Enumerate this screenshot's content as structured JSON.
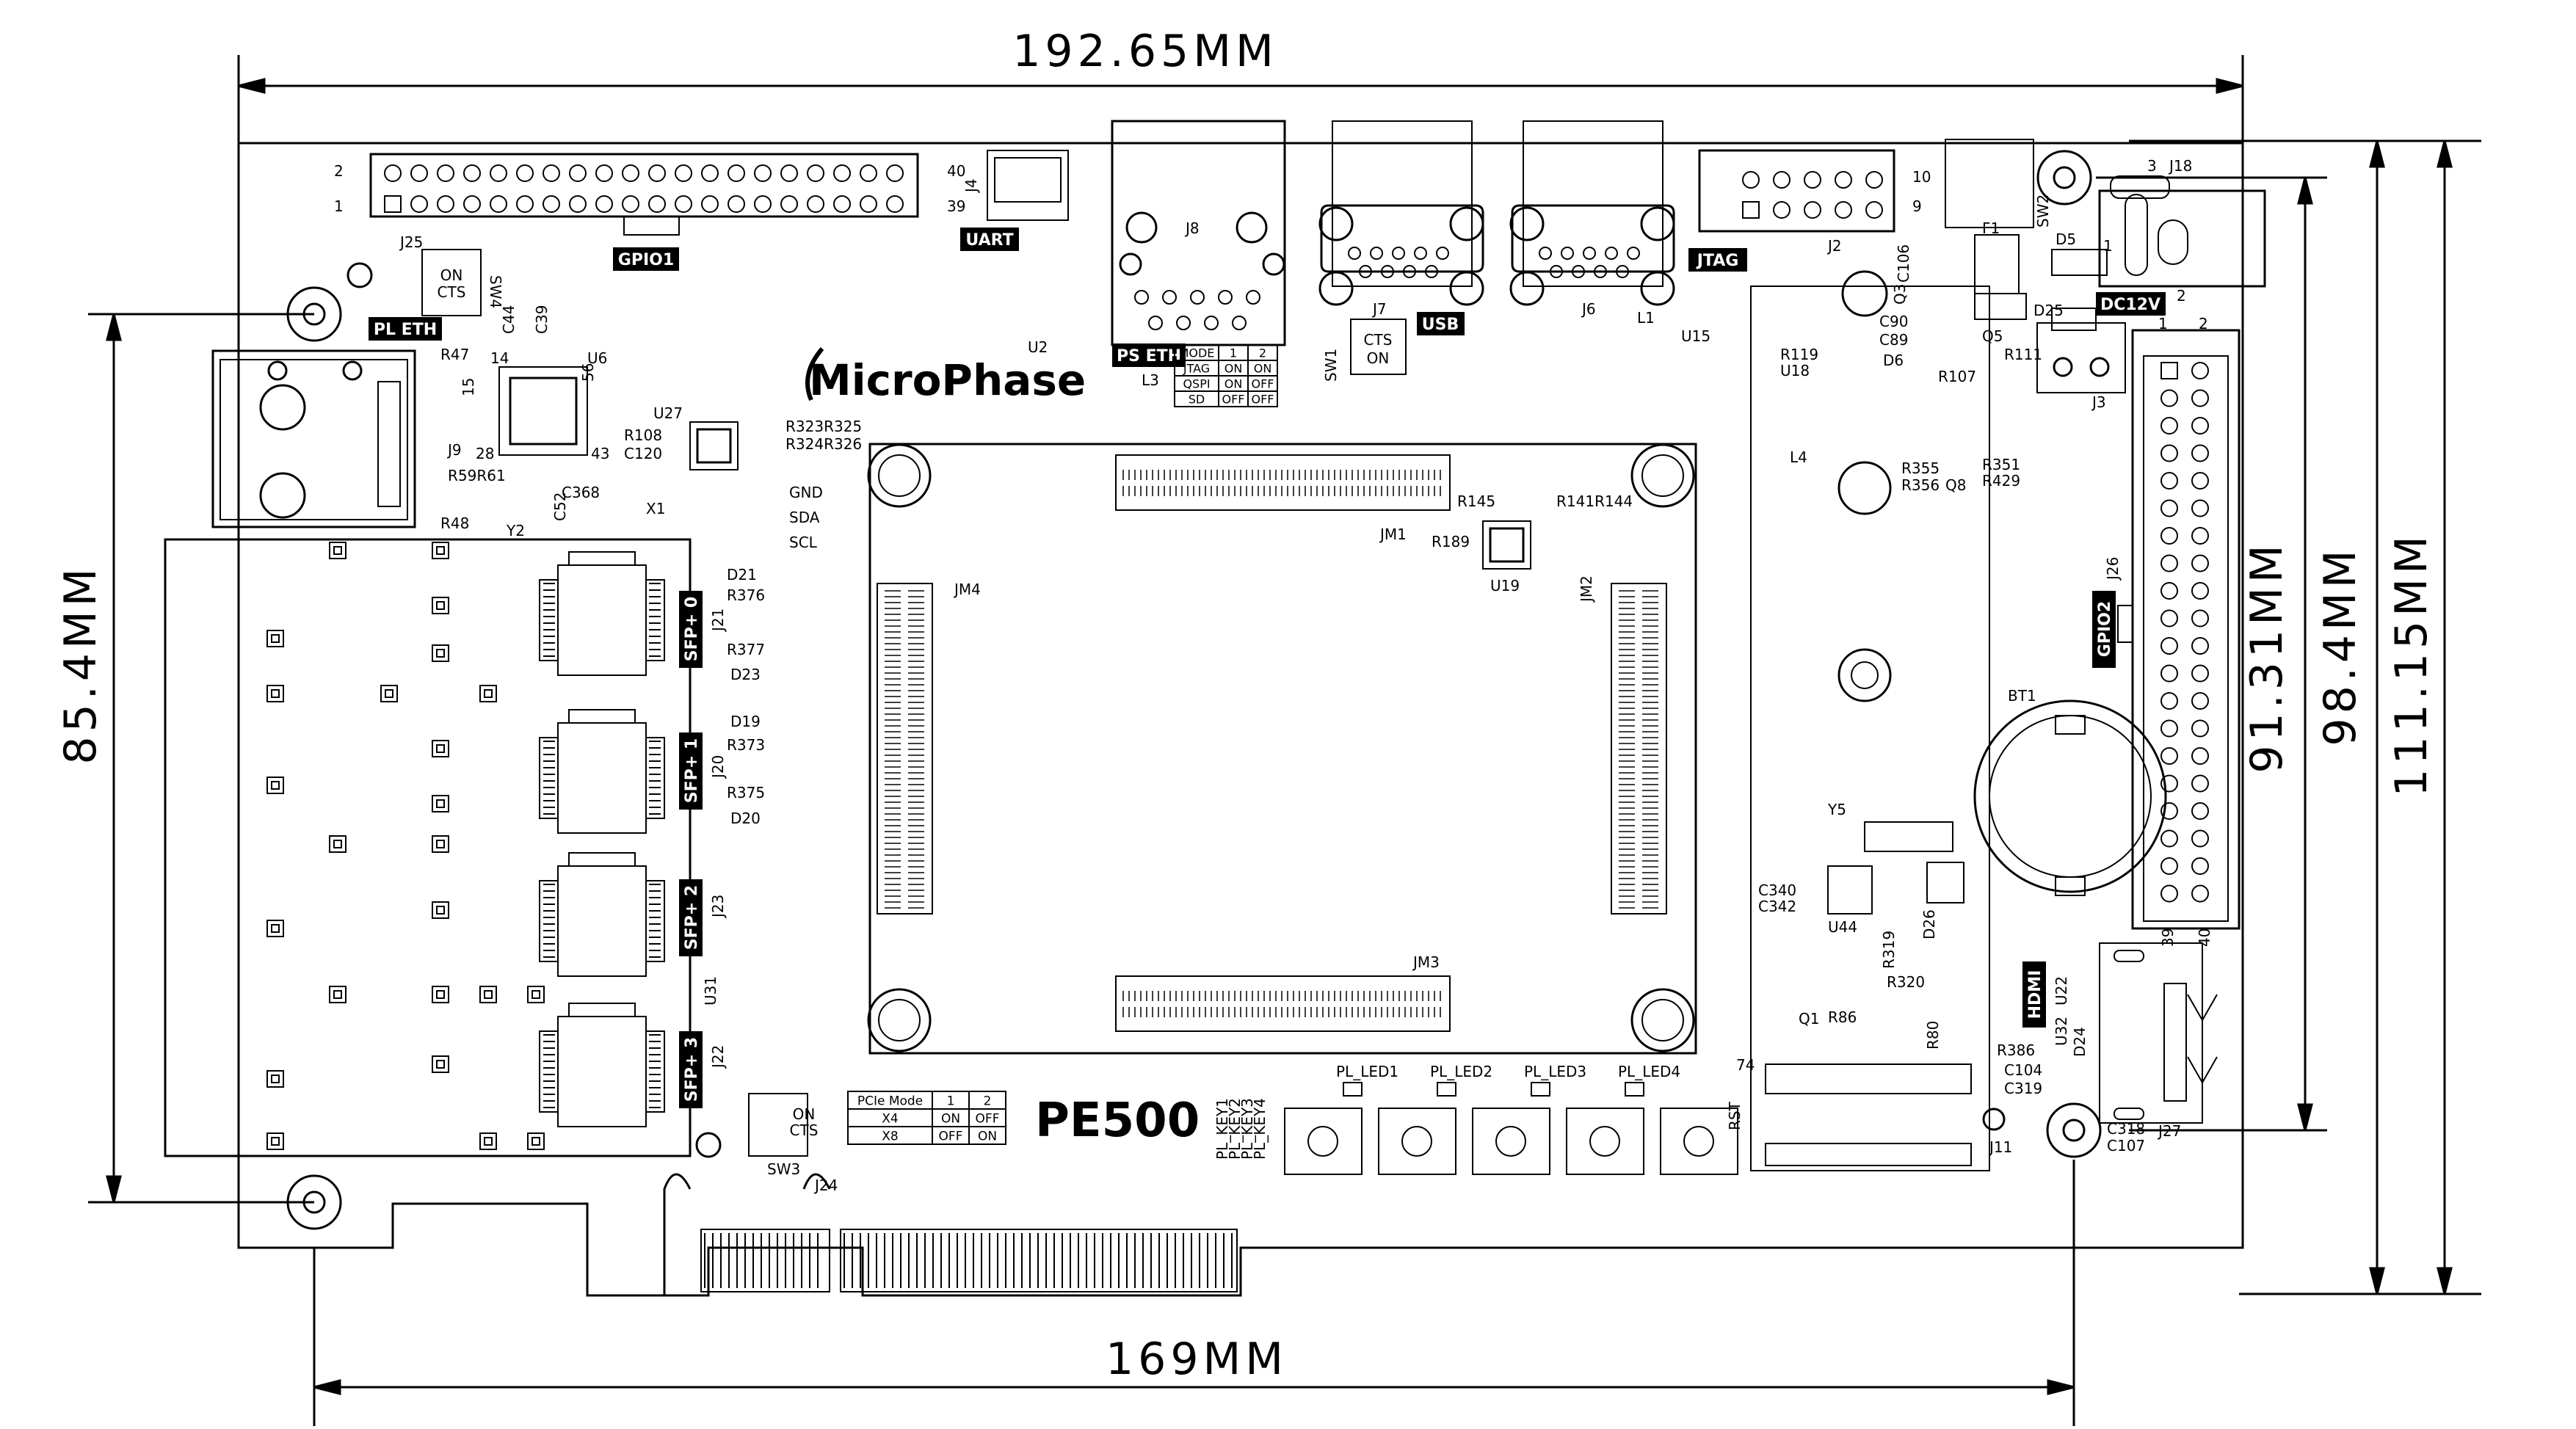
{
  "dimensions": {
    "width_top": "192.65MM",
    "width_bottom": "169MM",
    "height_left": "85.4MM",
    "height_right_1": "91.31MM",
    "height_right_2": "98.4MM",
    "height_right_3": "111.15MM"
  },
  "board": {
    "brand": "MicroPhase",
    "model": "PE500"
  },
  "tags": {
    "gpio1": "GPIO1",
    "gpio2": "GPIO2",
    "uart": "UART",
    "usb": "USB",
    "jtag": "JTAG",
    "dc12v": "DC12V",
    "pl_eth": "PL ETH",
    "ps_eth": "PS ETH",
    "hdmi": "HDMI",
    "sfp0": "SFP+ 0",
    "sfp1": "SFP+ 1",
    "sfp2": "SFP+ 2",
    "sfp3": "SFP+ 3"
  },
  "i2c_labels": [
    "GND",
    "SDA",
    "SCL"
  ],
  "boot_table": {
    "headers": [
      "MODE",
      "1",
      "2"
    ],
    "rows": [
      [
        "JTAG",
        "ON",
        "ON"
      ],
      [
        "QSPI",
        "ON",
        "OFF"
      ],
      [
        "SD",
        "OFF",
        "OFF"
      ]
    ]
  },
  "pcie_table": {
    "headers": [
      "PCIe Mode",
      "1",
      "2"
    ],
    "rows": [
      [
        "X4",
        "ON",
        "OFF"
      ],
      [
        "X8",
        "OFF",
        "ON"
      ]
    ]
  },
  "leds": [
    "PL_LED1",
    "PL_LED2",
    "PL_LED3",
    "PL_LED4"
  ],
  "keys": [
    "PL_KEY1",
    "PL_KEY2",
    "PL_KEY3",
    "PL_KEY4"
  ],
  "reset_label": "RST",
  "switch_text": [
    "ON",
    "CTS"
  ],
  "refs": {
    "j25": "J25",
    "sw4": "SW4",
    "j9": "J9",
    "u6": "U6",
    "u27": "U27",
    "x1": "X1",
    "y2": "Y2",
    "j4": "J4",
    "j8": "J8",
    "u2": "U2",
    "j7": "J7",
    "j6": "J6",
    "j2": "J2",
    "sw2": "SW2",
    "j18": "J18",
    "f1": "F1",
    "d5": "D5",
    "d25": "D25",
    "q5": "Q5",
    "j3": "J3",
    "u18": "U18",
    "l4": "L4",
    "u15": "U15",
    "l1": "L1",
    "jm1": "JM1",
    "jm2": "JM2",
    "jm3": "JM3",
    "jm4": "JM4",
    "u19": "U19",
    "l3": "L3",
    "sw1": "SW1",
    "j26": "J26",
    "bt1": "BT1",
    "y5": "Y5",
    "u44": "U44",
    "d26": "D26",
    "q1": "Q1",
    "j11": "J11",
    "j27": "J27",
    "u31": "U31",
    "j21": "J21",
    "j20": "J20",
    "j23": "J23",
    "j22": "J22",
    "sw3": "SW3",
    "j24": "J24",
    "d21": "D21",
    "d23": "D23",
    "d19": "D19",
    "d20": "D20",
    "r376": "R376",
    "r377": "R377",
    "r373": "R373",
    "r375": "R375",
    "r323": "R323R325",
    "r324": "R324R326",
    "r108": "R108",
    "c120": "C120",
    "c368": "C368",
    "r119": "R119",
    "r355": "R355",
    "r356": "R356",
    "r351": "R351",
    "r429": "R429",
    "q8": "Q8",
    "r145": "R145",
    "r141": "R141R144",
    "r189": "R189",
    "r111": "R111",
    "r107": "R107",
    "c90": "C90",
    "c89": "C89",
    "d6": "D6",
    "q3": "Q3",
    "c106": "C106",
    "c340": "C340",
    "c342": "C342",
    "r319": "R319",
    "r320": "R320",
    "r86": "R86",
    "r80": "R80",
    "r386": "R386",
    "c104": "C104",
    "c319": "C319",
    "c318": "C318",
    "c107": "C107",
    "u32": "U32",
    "u22": "U22",
    "d24": "D24",
    "r47": "R47",
    "r48": "R48",
    "r59": "R59R61",
    "c44": "C44",
    "c39": "C39",
    "c52": "C52",
    "n74": "74",
    "n39": "39",
    "n40": "40",
    "n1": "1",
    "n2": "2",
    "n9": "9",
    "n10": "10",
    "n3": "3",
    "n28": "28",
    "n14": "14",
    "n15": "15",
    "n43": "43",
    "n56": "56"
  },
  "colors": {
    "ink": "#000000",
    "paper": "#ffffff",
    "tag_bg": "#000000",
    "tag_text": "#ffffff"
  }
}
